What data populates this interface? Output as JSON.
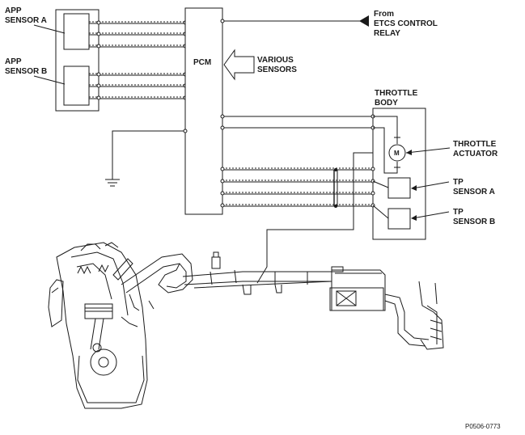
{
  "labels": {
    "app_sensor_a": [
      "APP",
      "SENSOR A"
    ],
    "app_sensor_b": [
      "APP",
      "SENSOR B"
    ],
    "pcm": "PCM",
    "various_sensors": [
      "VARIOUS",
      "SENSORS"
    ],
    "etcs_relay": [
      "From",
      "ETCS CONTROL",
      "RELAY"
    ],
    "throttle_body": [
      "THROTTLE",
      "BODY"
    ],
    "throttle_actuator": [
      "THROTTLE",
      "ACTUATOR"
    ],
    "tp_sensor_a": [
      "TP",
      "SENSOR A"
    ],
    "tp_sensor_b": [
      "TP",
      "SENSOR B"
    ],
    "actuator_symbol": "M",
    "figure_id": "P0506-0773"
  }
}
